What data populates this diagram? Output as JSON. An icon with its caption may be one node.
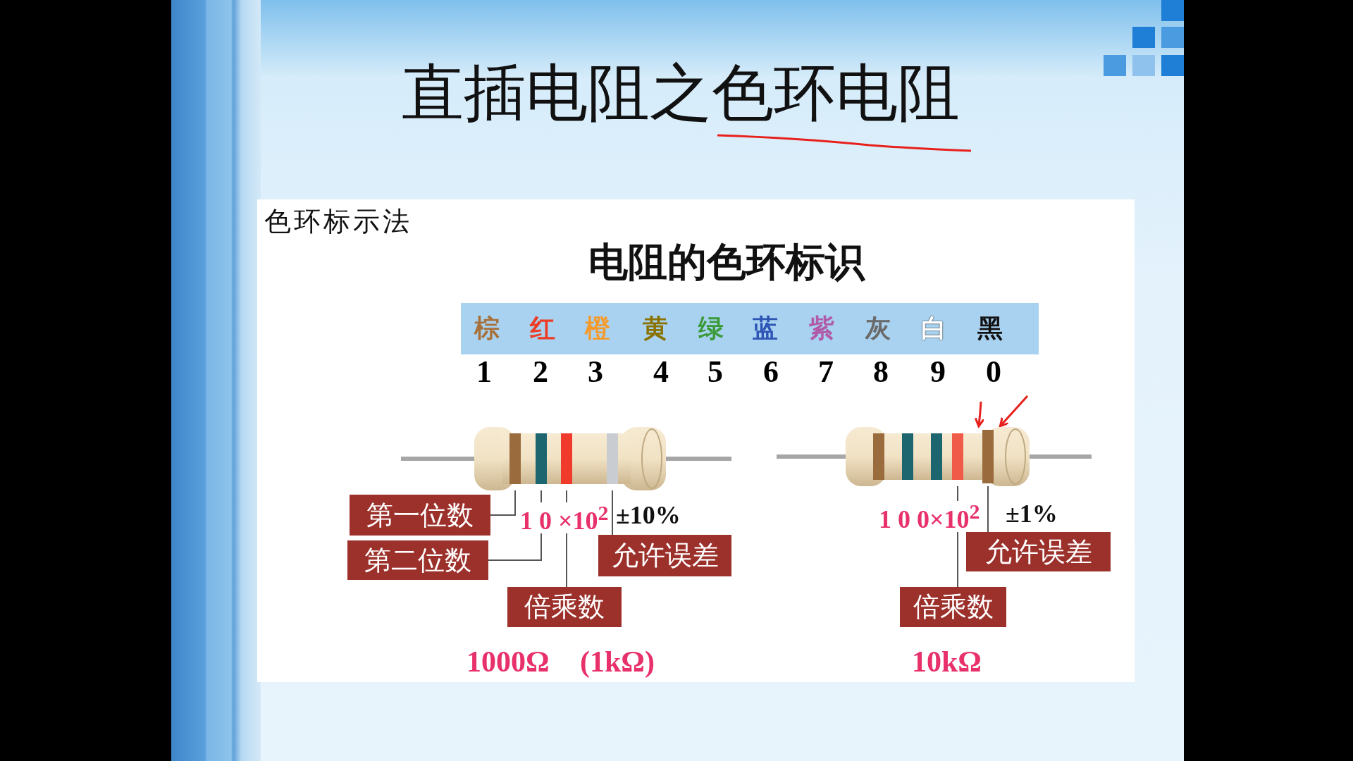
{
  "diagram": {
    "title": "直插电阻之色环电阻",
    "nodes": [
      {
        "text": [
          "棕",
          "红",
          "橙",
          "黄",
          "绿",
          "蓝",
          "紫",
          "灰",
          "白",
          "黑"
        ]
      },
      {
        "text": [],
        "shape": "picture"
      },
      {
        "text": [
          "第一位数"
        ]
      },
      {
        "text": [
          "第二位数"
        ]
      },
      {
        "text": [
          "倍乘数"
        ]
      },
      {
        "text": [
          "允许误差"
        ]
      },
      {
        "text": [],
        "shape": "picture"
      },
      {
        "text": [
          "允许误差"
        ]
      },
      {
        "text": [
          "倍乘数"
        ]
      }
    ],
    "edges": [
      {
        "from": 2,
        "to": 1,
        "arrow": "none"
      },
      {
        "from": 3,
        "to": 1,
        "arrow": "none"
      },
      {
        "from": 4,
        "to": 1,
        "arrow": "none"
      },
      {
        "from": 5,
        "to": 1,
        "arrow": "none"
      },
      {
        "from": 7,
        "to": 6,
        "arrow": "none"
      },
      {
        "from": 8,
        "to": 6,
        "arrow": "none"
      },
      {
        "from": null,
        "to": 6,
        "arrow": "to",
        "color": "#e8201c"
      },
      {
        "from": null,
        "to": 6,
        "arrow": "to",
        "color": "#e8201c"
      }
    ],
    "labels": [
      "色环标示法",
      "电阻的色环标识",
      "1",
      "2",
      "3",
      "4",
      "5",
      "6",
      "7",
      "8",
      "9",
      "0",
      "1 0 ×10$^{2}$",
      "±10%",
      "1000Ω",
      "(1kΩ)",
      "1 0 0×10$^{2}$",
      "±1%",
      "10kΩ"
    ]
  }
}
